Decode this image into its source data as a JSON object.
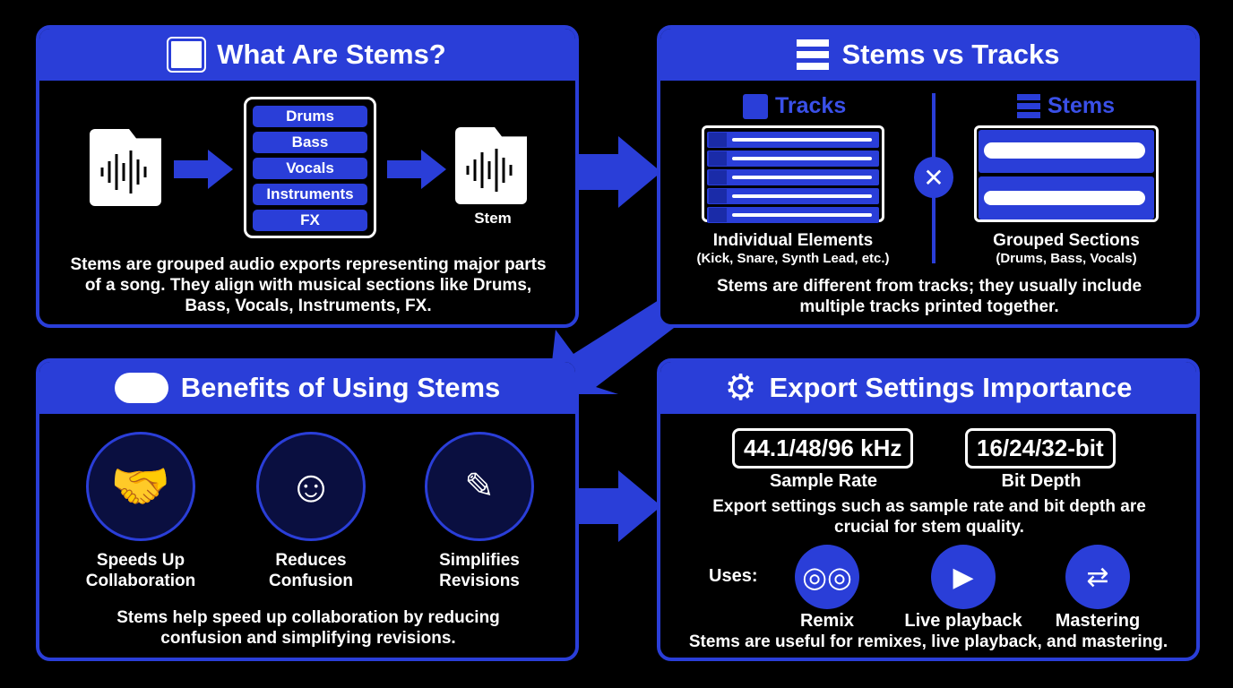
{
  "colors": {
    "accent": "#2a3ed8",
    "background": "#000000",
    "text": "#ffffff"
  },
  "panel1": {
    "title": "What Are Stems?",
    "icon": "audio-folder-icon",
    "categories": [
      "Drums",
      "Bass",
      "Vocals",
      "Instruments",
      "FX"
    ],
    "stem_label": "Stem",
    "description": "Stems are grouped audio exports representing major parts of a song. They align with musical sections like Drums, Bass, Vocals, Instruments, FX."
  },
  "panel2": {
    "title": "Stems vs Tracks",
    "icon": "mixer-icon",
    "tracks_label": "Tracks",
    "stems_label": "Stems",
    "tracks_caption": "Individual Elements",
    "tracks_sub": "(Kick, Snare, Synth Lead, etc.)",
    "stems_caption": "Grouped Sections",
    "stems_sub": "(Drums, Bass, Vocals)",
    "description": "Stems are different from tracks; they usually include multiple tracks printed together."
  },
  "panel3": {
    "title": "Benefits of Using Stems",
    "icon": "cloud-handshake-icon",
    "benefits": [
      {
        "line1": "Speeds Up",
        "line2": "Collaboration",
        "icon": "handshake-music-icon"
      },
      {
        "line1": "Reduces",
        "line2": "Confusion",
        "icon": "confused-to-happy-face-icon"
      },
      {
        "line1": "Simplifies",
        "line2": "Revisions",
        "icon": "waveform-edit-gauge-icon"
      }
    ],
    "description": "Stems help speed up collaboration by reducing confusion and simplifying revisions."
  },
  "panel4": {
    "title": "Export Settings Importance",
    "icon": "gear-music-icon",
    "sample_rate_value": "44.1/48/96 kHz",
    "sample_rate_label": "Sample Rate",
    "bit_depth_value": "16/24/32-bit",
    "bit_depth_label": "Bit Depth",
    "description": "Export settings such as sample rate and bit depth are crucial for stem quality.",
    "uses_label": "Uses:",
    "uses": [
      {
        "label": "Remix",
        "icon": "turntables-icon"
      },
      {
        "label": "Live playback",
        "icon": "stage-icon"
      },
      {
        "label": "Mastering",
        "icon": "mastering-chain-icon"
      }
    ],
    "uses_description": "Stems are useful for remixes, live playback, and mastering."
  }
}
